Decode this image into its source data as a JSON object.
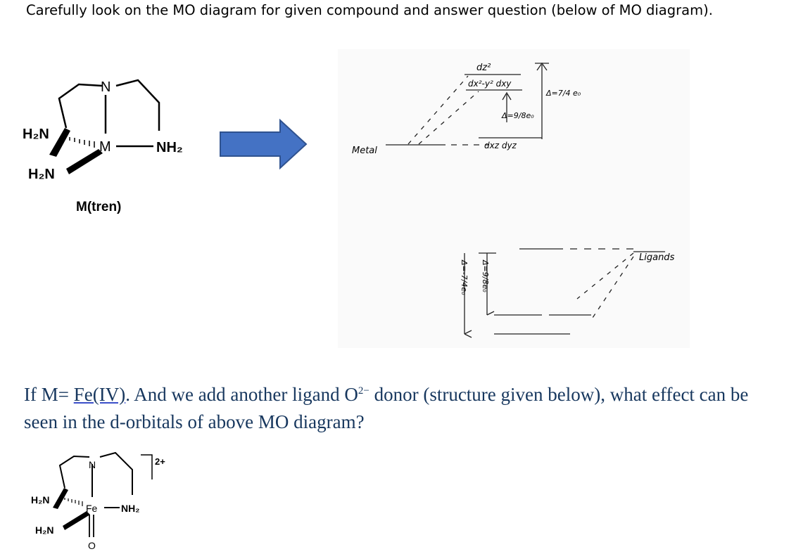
{
  "instruction": "Carefully look on the MO diagram for given compound and answer question (below of MO diagram).",
  "structure1": {
    "atom_n": "N",
    "atom_m": "M",
    "nh2_top_left": "H₂N",
    "nh2_right": "NH₂",
    "nh2_bottom_left": "H₂N",
    "caption": "M(tren)"
  },
  "mo_diagram": {
    "metal_label": "Metal",
    "ligands_label": "Ligands",
    "dz2_label": "dz²",
    "upper_pair_label": "dx²-y² dxy",
    "lower_pair_label": "dxz dyz",
    "delta_upper": "Δ=7/4 e₀",
    "delta_mid": "Δ=9/8e₀",
    "delta_low1": "Δ=-7/4e₀",
    "delta_low2": "Δ=9/8e₀"
  },
  "question": {
    "part1": "If M= ",
    "ion": "Fe(IV)",
    "part2": ". And we add another ligand O",
    "charge": "2−",
    "part3": " donor (structure given below), what effect can be seen in the d-orbitals of above MO diagram?"
  },
  "structure2": {
    "atom_n": "N",
    "atom_fe": "Fe",
    "nh2_top_left": "H₂N",
    "nh2_right": "NH₂",
    "nh2_bottom_left": "H₂N",
    "atom_o": "O",
    "charge": "2+"
  },
  "colors": {
    "arrow_fill": "#4472c4",
    "arrow_stroke": "#2f528f",
    "question_text": "#17375e"
  }
}
